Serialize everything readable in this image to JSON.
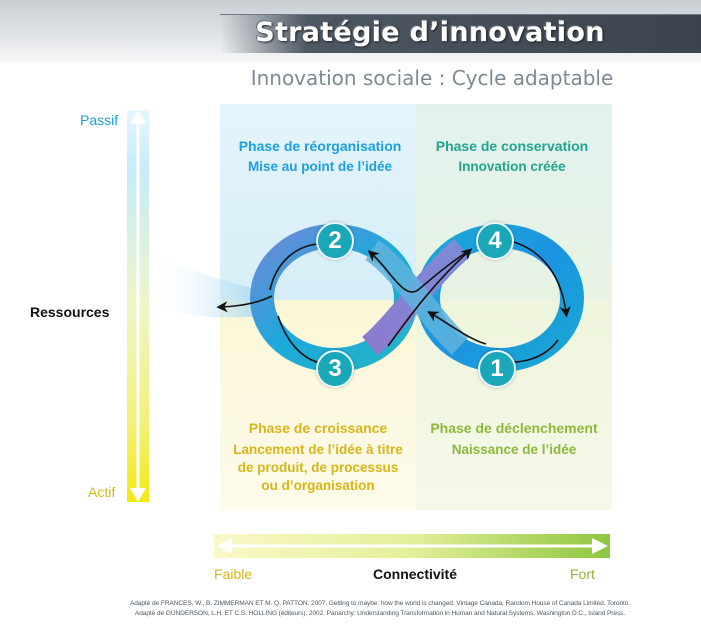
{
  "title": "Stratégie d’innovation",
  "subtitle": "Innovation sociale : Cycle adaptable",
  "phases": {
    "reorganisation": {
      "title": "Phase de réorganisation",
      "subtitle": "Mise au point de l’idée"
    },
    "conservation": {
      "title": "Phase de conservation",
      "subtitle": "Innovation créée"
    },
    "croissance": {
      "title": "Phase de croissance",
      "subtitle_lines": [
        "Lancement de l’idée à titre",
        "de produit, de processus",
        "ou d’organisation"
      ]
    },
    "declenchement": {
      "title": "Phase de déclenchement",
      "subtitle": "Naissance de l’idée"
    }
  },
  "numbers": {
    "n1": "1",
    "n2": "2",
    "n3": "3",
    "n4": "4"
  },
  "vertical_axis": {
    "top_label": "Passif",
    "middle_label": "Ressources",
    "bottom_label": "Actif"
  },
  "horizontal_axis": {
    "left_label": "Faible",
    "middle_label": "Connectivité",
    "right_label": "Fort"
  },
  "source_lines": [
    "Adapté de FRANCES, W., B. ZIMMERMAN ET M. Q. PATTON. 2007. Getting to maybe: how the world is changed. Vintage Canada, Random House of Canada Limited. Toronto.",
    "Adapté de GUNDERSON, L.H. ET C.S. HOLLING (éditeurs). 2002. Panarchy: Understanding Transformation in Human and Natural Systems. Washington D.C., Island Press."
  ],
  "colors": {
    "reorganisation": "#1ba0e0",
    "conservation": "#22a58e",
    "croissance": "#d7b61a",
    "declenchement": "#8db83a",
    "number_badge": "#1aa7b8"
  }
}
